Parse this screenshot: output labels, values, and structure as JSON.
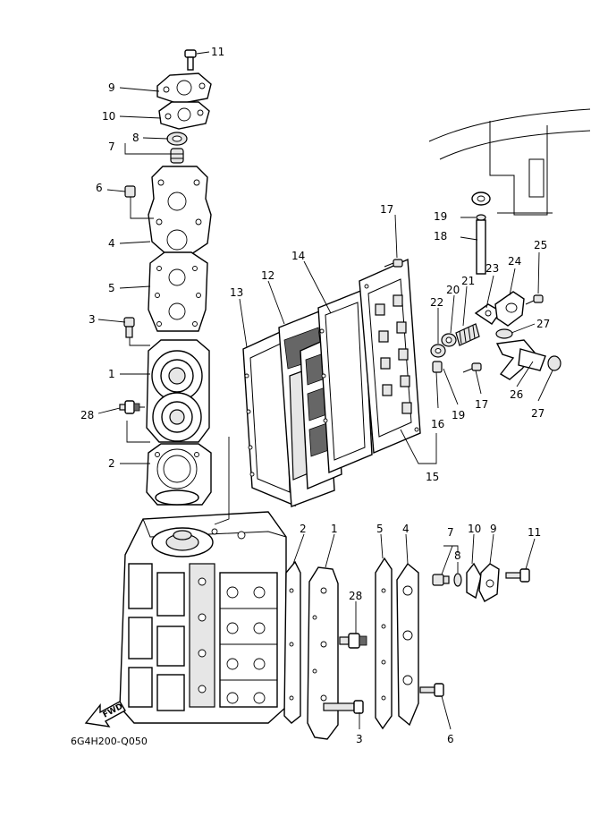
{
  "diagram_code": "6G4H200-Q050",
  "fwd_label": "FWD",
  "callouts": {
    "c11a": "11",
    "c9a": "9",
    "c10a": "10",
    "c8a": "8",
    "c7a": "7",
    "c6a": "6",
    "c4a": "4",
    "c5a": "5",
    "c3a": "3",
    "c1a": "1",
    "c28a": "28",
    "c2a": "2",
    "c17a": "17",
    "c19a": "19",
    "c18a": "18",
    "c25a": "25",
    "c24a": "24",
    "c23a": "23",
    "c21a": "21",
    "c20a": "20",
    "c22a": "22",
    "c14a": "14",
    "c12a": "12",
    "c13a": "13",
    "c27a": "27",
    "c27b": "27",
    "c26a": "26",
    "c17b": "17",
    "c19b": "19",
    "c16a": "16",
    "c15a": "15",
    "c2b": "2",
    "c1b": "1",
    "c5b": "5",
    "c4b": "4",
    "c7b": "7",
    "c8b": "8",
    "c10b": "10",
    "c9b": "9",
    "c11b": "11",
    "c28b": "28",
    "c3b": "3",
    "c6b": "6"
  }
}
